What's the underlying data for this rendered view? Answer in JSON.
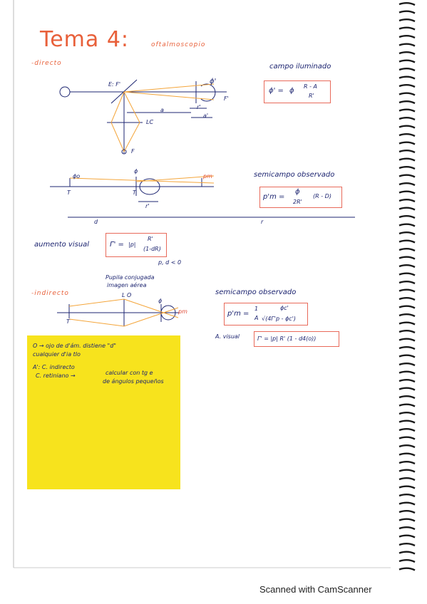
{
  "header": {
    "title": "Tema 4:",
    "subtitle": "oftalmoscopio"
  },
  "section_direct": {
    "label": "-directo"
  },
  "diagram1": {
    "labels": {
      "ef": "E: F'",
      "phi_prime": "ϕ'",
      "f_prime": "F'",
      "r_prime": "r'",
      "a": "a",
      "a_prime": "a'",
      "lc": "LC",
      "f": "F"
    }
  },
  "right_boxes": {
    "campo_label": "campo iluminado",
    "campo_formula_lhs": "ϕ' =",
    "campo_formula_phi": "ϕ",
    "campo_formula_num": "R - A",
    "campo_formula_den": "R'",
    "semicampo_label": "semicampo observado",
    "semicampo_lhs": "p'm =",
    "semicampo_num": "ϕ",
    "semicampo_den": "2R'",
    "semicampo_rhs": "(R - D)"
  },
  "diagram2": {
    "labels": {
      "phi_o": "ϕo",
      "phi": "ϕ",
      "pm": "pm",
      "T": "T",
      "T2": "T",
      "r_prime": "r'",
      "d": "d",
      "r": "r"
    }
  },
  "aumento": {
    "label": "aumento visual",
    "lhs": "Γ' =",
    "abs": "|p|",
    "num": "R'",
    "den": "(1-dR)",
    "note": "p, d < 0"
  },
  "pupila_note": {
    "line1": "Pupila conjugada",
    "line2": "imagen aérea"
  },
  "section_indirect": {
    "label": "-indirecto"
  },
  "diagram3": {
    "labels": {
      "L_O": "L O",
      "phi_pupil": "ϕ",
      "pm": "pm",
      "T": "T"
    }
  },
  "indirect_boxes": {
    "semicampo_label": "semicampo observado",
    "semicampo_lhs": "p'm =",
    "semicampo_one": "1",
    "semicampo_A": "A",
    "semicampo_num": "ϕc'",
    "semicampo_den": "√(4Γ'p - ϕc')",
    "aumento_label": "A. visual",
    "aumento_formula": "Γ' = |p| R' (1 - d4(o))"
  },
  "sticky": {
    "line1": "O → ojo de d'ám. distiene \"d\"",
    "line2": "cualquier d'ia tlo",
    "line3": "A': C. indirecto",
    "line4": "C. retiniano →",
    "line5": "calcular con tg e",
    "line6": "de ángulos pequeños"
  },
  "footer": {
    "text": "Scanned with CamScanner"
  },
  "colors": {
    "ink": "#1c2470",
    "accent": "#e8603a",
    "box": "#e86a5a",
    "ray": "#f4a53a",
    "sticky": "#f7e31d"
  }
}
